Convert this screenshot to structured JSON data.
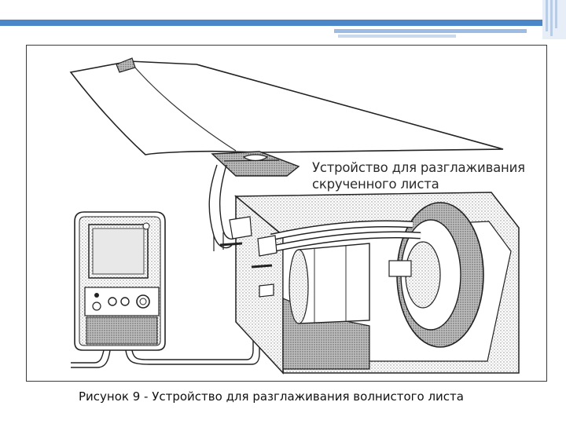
{
  "figure": {
    "callout_line1": "Устройство для разглаживания",
    "callout_line2": "скрученного листа"
  },
  "caption": "Рисунок 9 - Устройство для разглаживания волнистого листа",
  "colors": {
    "accent_blue": "#4a86c8",
    "accent_light": "#c9d9ee",
    "frame": "#3a3a3a",
    "line_art": "#222222"
  }
}
